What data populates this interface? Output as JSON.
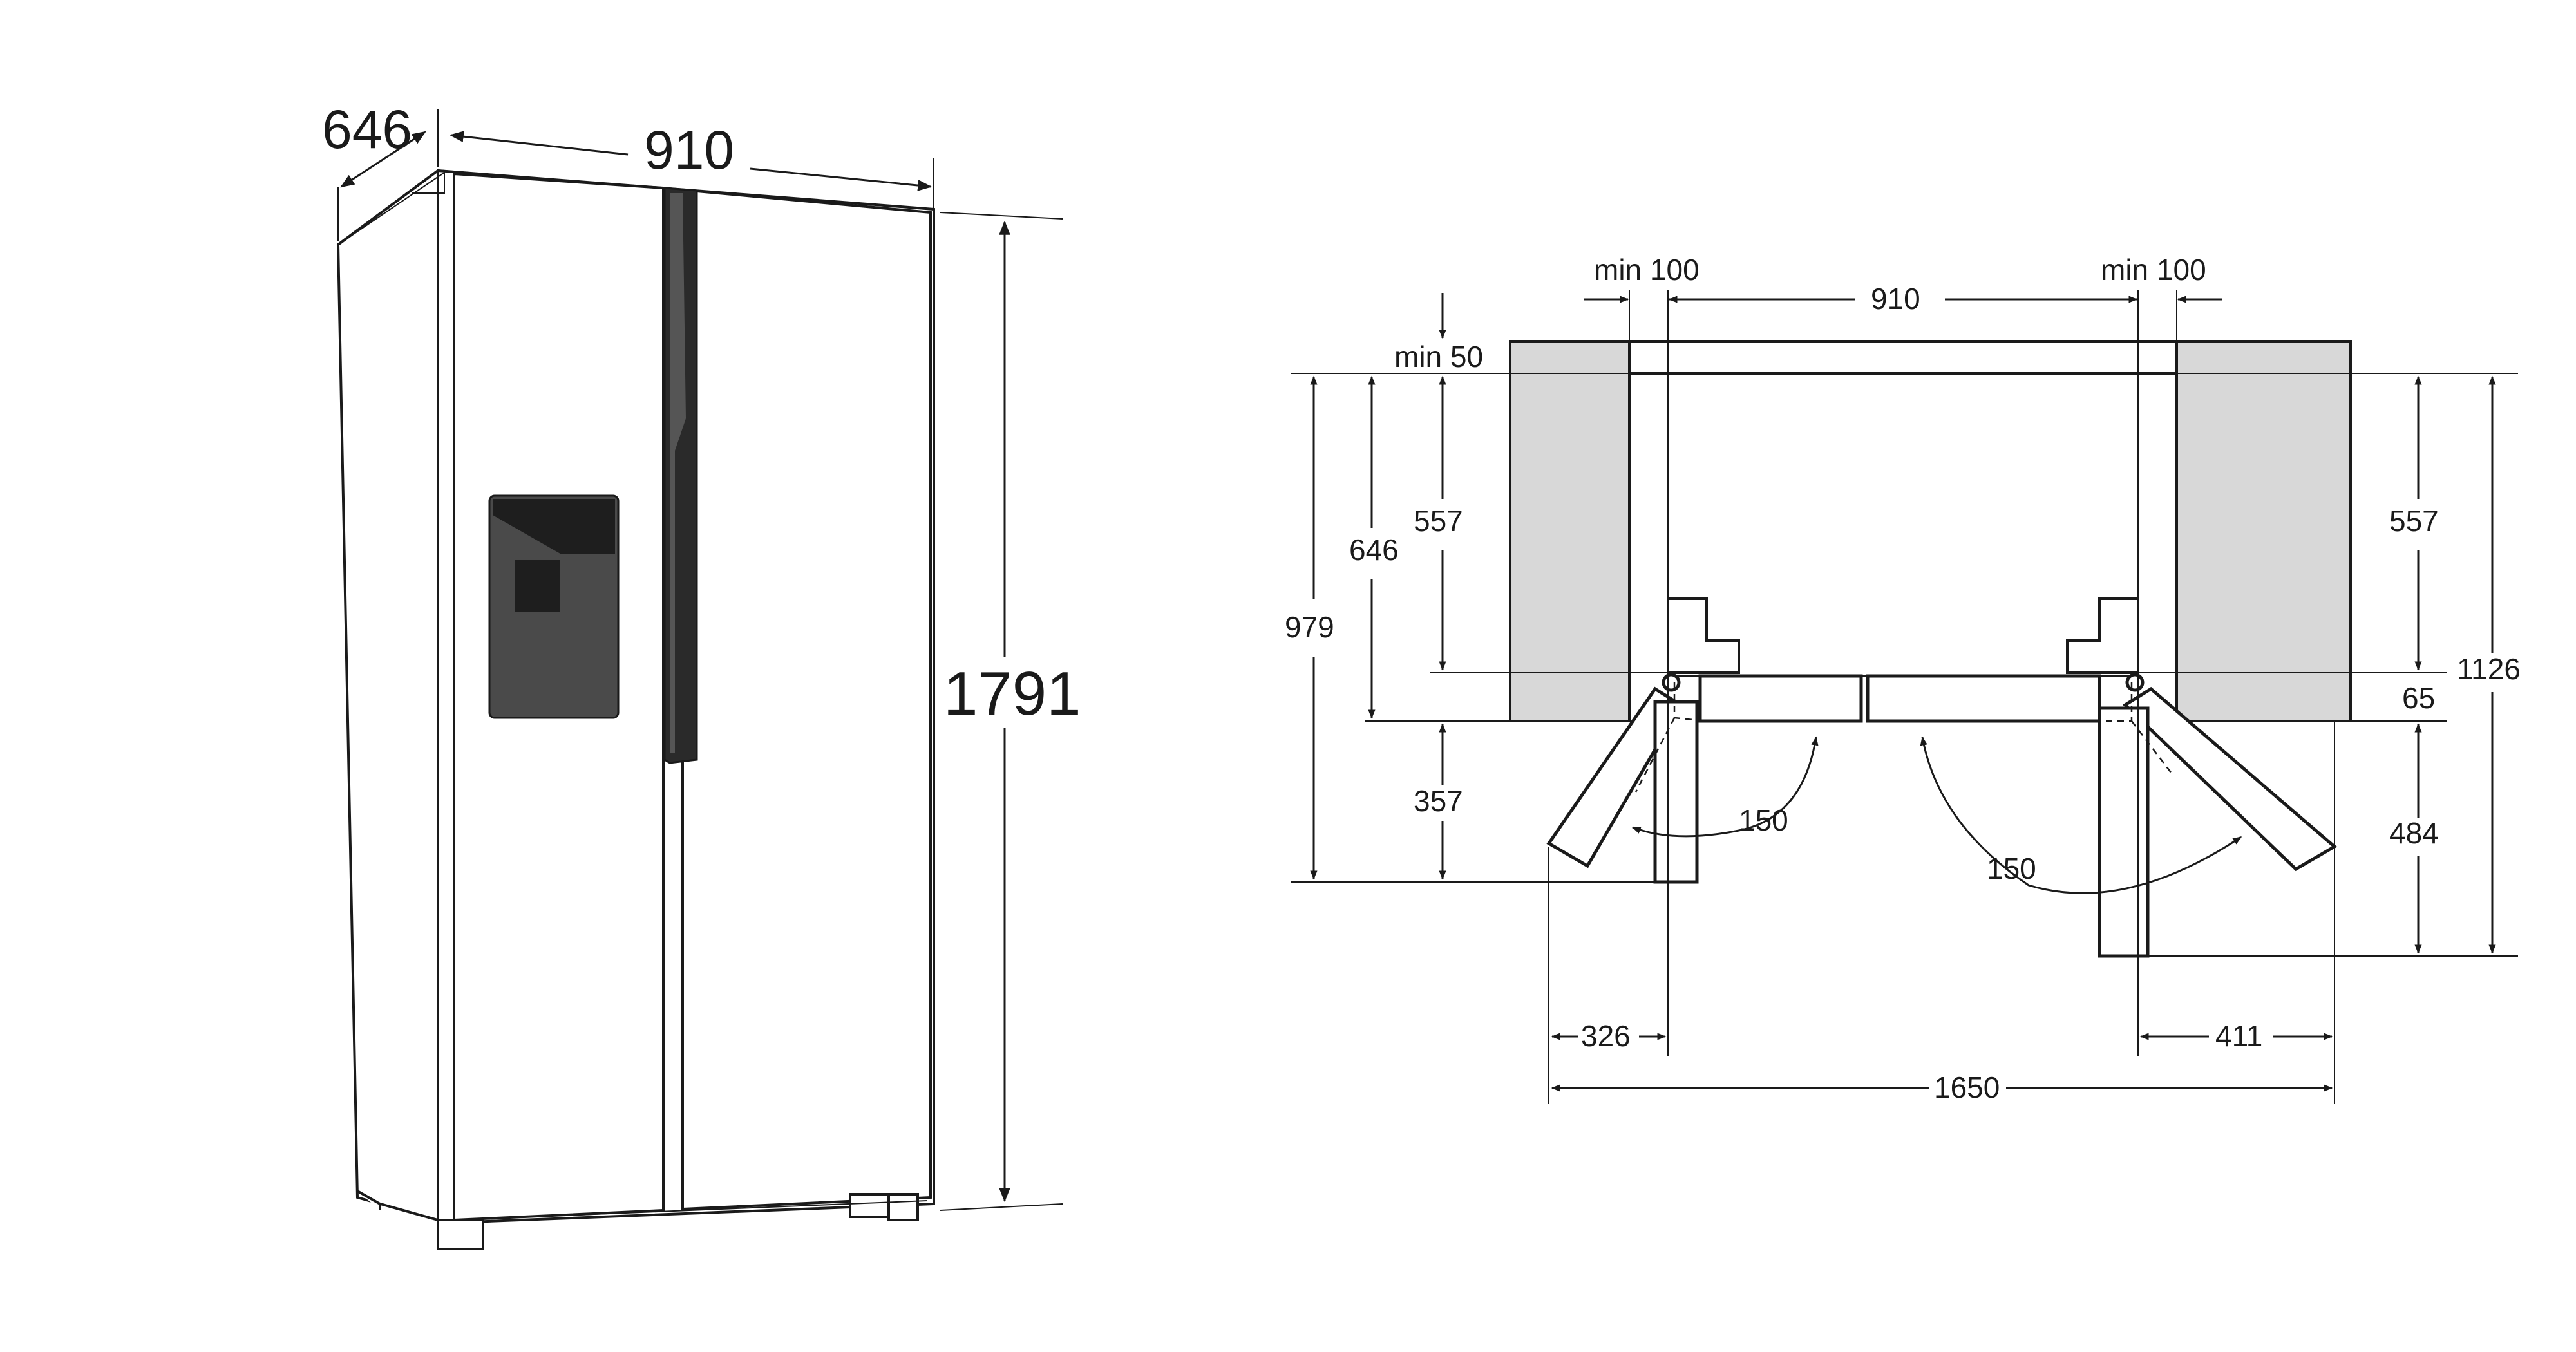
{
  "perspective_view": {
    "depth_label": "646",
    "width_label": "910",
    "height_label": "1791"
  },
  "plan_view": {
    "min_clearance_left": "min 100",
    "min_clearance_right": "min 100",
    "width": "910",
    "min_rear_gap": "min 50",
    "left_depth_total": "979",
    "left_depth_body": "646",
    "left_cabinet_depth": "557",
    "left_door_swing_depth": "357",
    "left_door_angle": "150",
    "right_door_angle": "150",
    "right_cabinet_depth": "557",
    "right_offset": "65",
    "right_total_depth": "1126",
    "right_door_swing_depth": "484",
    "left_door_overhang": "326",
    "right_door_overhang": "411",
    "overall_open_width": "1650"
  },
  "colors": {
    "line": "#1a1a1a",
    "cabinet_fill": "#d8d8d8",
    "dispenser": "#4a4a4a"
  }
}
